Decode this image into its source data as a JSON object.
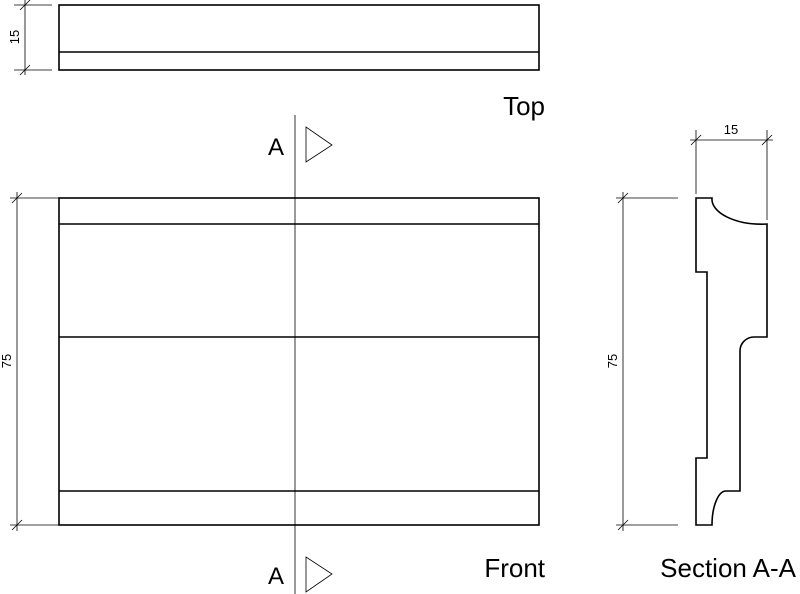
{
  "labels": {
    "top_view": "Top",
    "front_view": "Front",
    "section_view": "Section A-A",
    "section_marker_upper": "A",
    "section_marker_lower": "A"
  },
  "dimensions": {
    "top_thickness": "15",
    "front_height": "75",
    "section_height": "75",
    "section_width": "15"
  }
}
